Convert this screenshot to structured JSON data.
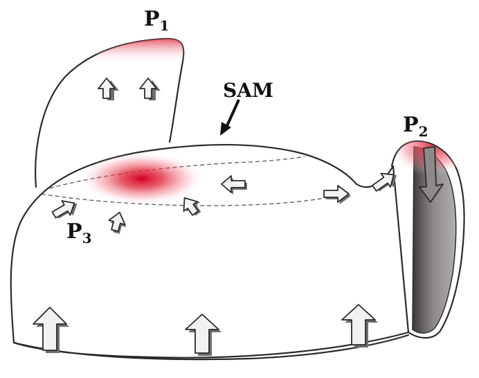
{
  "labels": {
    "p1": {
      "base": "P",
      "sub": "1"
    },
    "p2": {
      "base": "P",
      "sub": "2"
    },
    "p3": {
      "base": "P",
      "sub": "3"
    },
    "sam": "SAM"
  },
  "colors": {
    "hotspot": "#d40020",
    "outline": "#2a2a2a",
    "leaflet_dark": "#5a5656"
  }
}
